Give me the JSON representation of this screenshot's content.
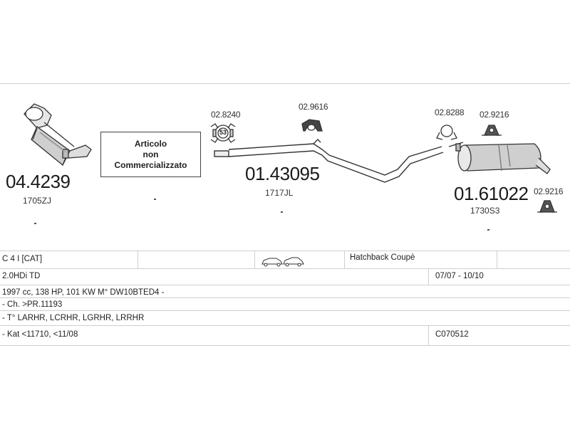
{
  "parts": {
    "part1": {
      "number": "04.4239",
      "code": "1705ZJ"
    },
    "part2": {
      "number": "01.43095",
      "code": "1717JL"
    },
    "part3": {
      "number": "01.61022",
      "code": "1730S3"
    },
    "clamp1": "02.8240",
    "clamp1_ring_label": "53",
    "hanger1": "02.9616",
    "clamp2": "02.8288",
    "hanger2": "02.9216",
    "hanger3": "02.9216"
  },
  "notice_box": {
    "line1": "Articolo",
    "line2": "non",
    "line3": "Commercializzato"
  },
  "table": {
    "model": "C 4 I [CAT]",
    "body_type": "Hatchback Coupè",
    "engine": "2.0HDi TD",
    "date_range": "07/07 - 10/10",
    "specs": "1997 cc, 138 HP, 101 KW M° DW10BTED4 -",
    "chassis": "- Ch. >PR.11193",
    "types": "- T° LARHR, LCRHR, LGRHR, LRRHR",
    "kat": "- Kat <11710, <11/08",
    "catalog_code": "C070512"
  }
}
